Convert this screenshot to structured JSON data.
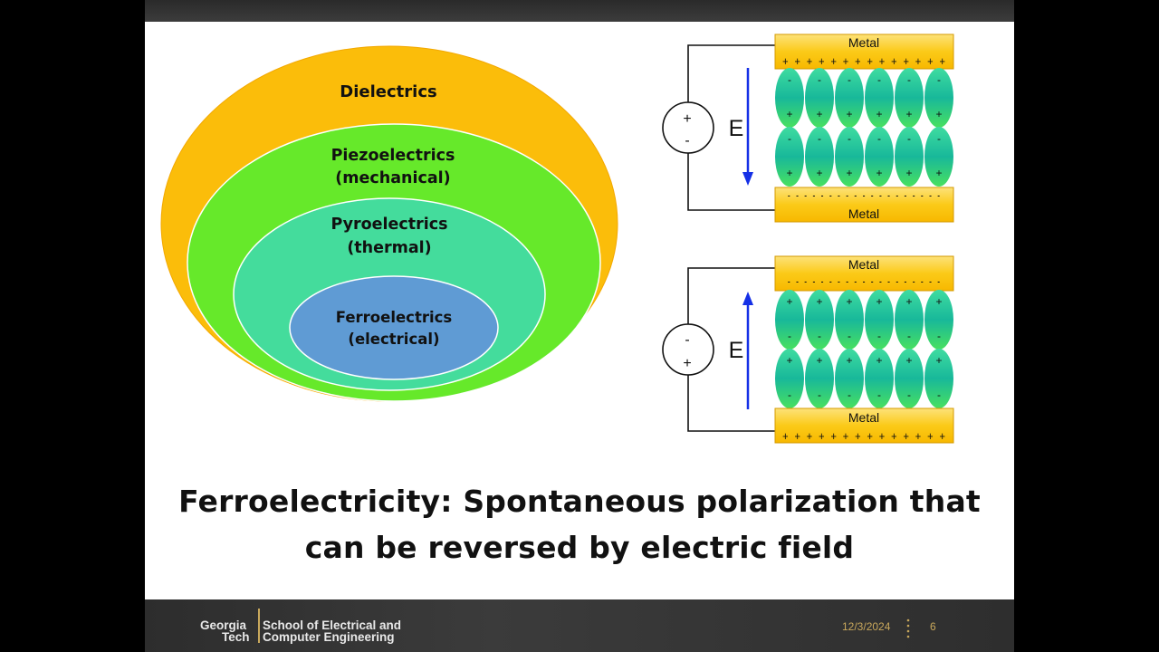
{
  "venn": {
    "outer": "Dielectrics",
    "level2_line1": "Piezoelectrics",
    "level2_line2": "(mechanical)",
    "level3_line1": "Pyroelectrics",
    "level3_line2": "(thermal)",
    "inner_line1": "Ferroelectrics",
    "inner_line2": "(electrical)"
  },
  "top_panel": {
    "top_plate_label": "Metal",
    "bottom_plate_label": "Metal",
    "top_charge_row": "+ + + + + + + + + + + + + +",
    "bottom_charge_row": "- - - - - - - - - - - - - - - - - - -",
    "source_top_sign": "+",
    "source_bottom_sign": "-",
    "field_label": "E",
    "field_direction": "down"
  },
  "bottom_panel": {
    "top_plate_label": "Metal",
    "bottom_plate_label": "Metal",
    "top_charge_row": "- - - - - - - - - - - - - - - - - - -",
    "bottom_charge_row": "+ + + + + + + + + + + + + +",
    "source_top_sign": "-",
    "source_bottom_sign": "+",
    "field_label": "E",
    "field_direction": "up"
  },
  "caption_line1": "Ferroelectricity: Spontaneous polarization that",
  "caption_line2": "can be reversed by electric field",
  "footer": {
    "logo_line1": "Georgia",
    "logo_line2": "Tech",
    "school_line1": "School of Electrical and",
    "school_line2": "Computer Engineering",
    "date": "12/3/2024",
    "page": "6"
  },
  "colors": {
    "dielectrics": "#fbbd0a",
    "piezoelectrics": "#66e92a",
    "pyroelectrics": "#44dc9c",
    "ferroelectrics": "#5f9bd4",
    "metal": "#fbca18",
    "field_arrow": "#1530e6",
    "footer_text": "#c9a85c"
  }
}
